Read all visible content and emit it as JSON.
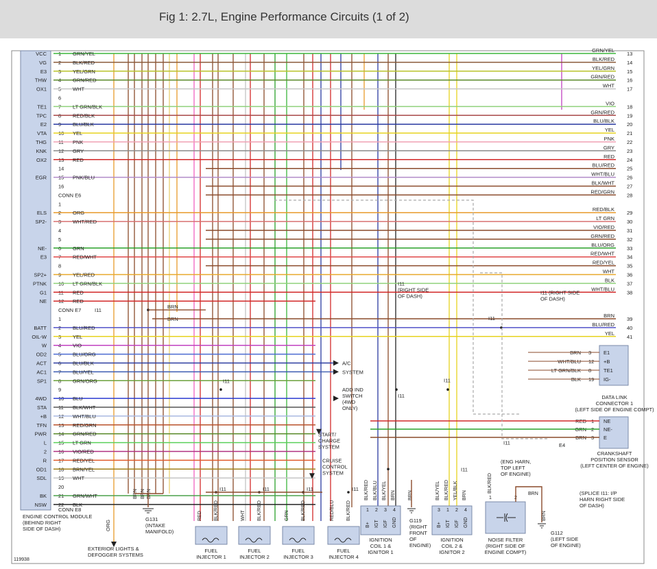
{
  "title": "Fig 1: 2.7L, Engine Performance Circuits (1 of 2)",
  "figure_id": "119938",
  "ecm": {
    "name_lines": [
      "ENGINE CONTROL MODULE",
      "(BEHIND RIGHT",
      "SIDE OF DASH)"
    ],
    "conn_e6": "CONN E6",
    "conn_e7": "CONN E7",
    "conn_e8": "CONN E8"
  },
  "rows": [
    {
      "term": "VCC",
      "pin": "1",
      "label": "GRN/YEL",
      "color": "#3ab53a",
      "num": "13",
      "endlabel": "GRN/YEL"
    },
    {
      "term": "VG",
      "pin": "2",
      "label": "BLK/RED",
      "color": "#8a5a3a",
      "num": "14",
      "endlabel": "BLK/RED"
    },
    {
      "term": "E3",
      "pin": "3",
      "label": "YEL/GRN",
      "color": "#b8c22a",
      "num": "15",
      "endlabel": "YEL/GRN"
    },
    {
      "term": "THW",
      "pin": "4",
      "label": "GRN/RED",
      "color": "#5a8a2a",
      "num": "16",
      "endlabel": "GRN/RED"
    },
    {
      "term": "OX1",
      "pin": "5",
      "label": "WHT",
      "color": "#c4c4c4",
      "num": "17",
      "endlabel": "WHT"
    },
    {
      "term": "",
      "pin": "6",
      "label": "",
      "color": "",
      "num": "",
      "endlabel": ""
    },
    {
      "term": "TE1",
      "pin": "7",
      "label": "LT GRN/BLK",
      "color": "#8fd17a",
      "num": "18",
      "endlabel": "VIO"
    },
    {
      "term": "TPC",
      "pin": "8",
      "label": "RED/BLK",
      "color": "#a84848",
      "num": "19",
      "endlabel": "GRN/RED"
    },
    {
      "term": "E2",
      "pin": "9",
      "label": "BLU/BLK",
      "color": "#2a3aa0",
      "num": "20",
      "endlabel": "BLU/BLK"
    },
    {
      "term": "VTA",
      "pin": "10",
      "label": "YEL",
      "color": "#e6d21e",
      "num": "21",
      "endlabel": "YEL"
    },
    {
      "term": "THG",
      "pin": "11",
      "label": "PNK",
      "color": "#f0a0b4",
      "num": "22",
      "endlabel": "PNK"
    },
    {
      "term": "KNK",
      "pin": "12",
      "label": "GRY",
      "color": "#8a8a8a",
      "num": "23",
      "endlabel": "GRY"
    },
    {
      "term": "OX2",
      "pin": "13",
      "label": "RED",
      "color": "#d22828",
      "num": "24",
      "endlabel": "RED"
    },
    {
      "term": "",
      "pin": "14",
      "label": "",
      "color": "",
      "num": "25",
      "endlabel": "BLU/RED"
    },
    {
      "term": "EGR",
      "pin": "15",
      "label": "PNK/BLU",
      "color": "#b08ac8",
      "num": "26",
      "endlabel": "WHT/BLU"
    },
    {
      "term": "",
      "pin": "16",
      "label": "",
      "color": "",
      "num": "27",
      "endlabel": "BLK/WHT"
    },
    {
      "term": "",
      "pin": "",
      "label": "",
      "color": "",
      "num": "28",
      "endlabel": "RED/GRN"
    },
    {
      "term": "",
      "pin": "1",
      "label": "",
      "color": "",
      "num": "",
      "endlabel": ""
    },
    {
      "term": "ELS",
      "pin": "2",
      "label": "ORG",
      "color": "#e89a2a",
      "num": "29",
      "endlabel": "RED/BLK"
    },
    {
      "term": "SP2-",
      "pin": "3",
      "label": "WHT/RED",
      "color": "#d87070",
      "num": "30",
      "endlabel": "LT GRN"
    },
    {
      "term": "",
      "pin": "4",
      "label": "",
      "color": "",
      "num": "31",
      "endlabel": "VIO/RED"
    },
    {
      "term": "",
      "pin": "5",
      "label": "",
      "color": "",
      "num": "32",
      "endlabel": "GRN/RED"
    },
    {
      "term": "NE-",
      "pin": "6",
      "label": "GRN",
      "color": "#2aa02a",
      "num": "33",
      "endlabel": "BLU/ORG"
    },
    {
      "term": "E3",
      "pin": "7",
      "label": "RED/WHT",
      "color": "#e04848",
      "num": "34",
      "endlabel": "RED/WHT"
    },
    {
      "term": "",
      "pin": "8",
      "label": "",
      "color": "",
      "num": "35",
      "endlabel": "RED/YEL"
    },
    {
      "term": "SP2+",
      "pin": "9",
      "label": "YEL/RED",
      "color": "#e8a82a",
      "num": "36",
      "endlabel": "WHT"
    },
    {
      "term": "PTNK",
      "pin": "10",
      "label": "LT GRN/BLK",
      "color": "#8fd17a",
      "num": "37",
      "endlabel": "BLK"
    },
    {
      "term": "G1",
      "pin": "11",
      "label": "RED",
      "color": "#d22828",
      "num": "38",
      "endlabel": "WHT/BLU"
    },
    {
      "term": "NE",
      "pin": "12",
      "label": "RED",
      "color": "#d22828",
      "num": "",
      "endlabel": ""
    },
    {
      "term": "",
      "pin": "",
      "label": "",
      "color": "",
      "num": "",
      "endlabel": ""
    },
    {
      "term": "",
      "pin": "1",
      "label": "",
      "color": "",
      "num": "39",
      "endlabel": "BRN"
    },
    {
      "term": "BATT",
      "pin": "2",
      "label": "BLU/RED",
      "color": "#5050c8",
      "num": "40",
      "endlabel": "BLU/RED"
    },
    {
      "term": "OIL-W",
      "pin": "3",
      "label": "YEL",
      "color": "#e6d21e",
      "num": "41",
      "endlabel": "YEL"
    },
    {
      "term": "W",
      "pin": "4",
      "label": "VIO",
      "color": "#c040c0",
      "num": "",
      "endlabel": ""
    },
    {
      "term": "OD2",
      "pin": "5",
      "label": "BLU/ORG",
      "color": "#4a6ad0",
      "num": "",
      "endlabel": ""
    },
    {
      "term": "ACT",
      "pin": "6",
      "label": "BLU/BLK",
      "color": "#2a3aa0",
      "num": "",
      "endlabel": ""
    },
    {
      "term": "AC1",
      "pin": "7",
      "label": "BLU/YEL",
      "color": "#3a5ab0",
      "num": "",
      "endlabel": ""
    },
    {
      "term": "SP1",
      "pin": "8",
      "label": "GRN/ORG",
      "color": "#6aa03a",
      "num": "",
      "endlabel": ""
    },
    {
      "term": "",
      "pin": "9",
      "label": "",
      "color": "",
      "num": "",
      "endlabel": ""
    },
    {
      "term": "4WD",
      "pin": "10",
      "label": "BLU",
      "color": "#2a3ad0",
      "num": "",
      "endlabel": ""
    },
    {
      "term": "STA",
      "pin": "11",
      "label": "BLK/WHT",
      "color": "#555555",
      "num": "",
      "endlabel": ""
    },
    {
      "term": "+B",
      "pin": "12",
      "label": "WHT/BLU",
      "color": "#a8b8e0",
      "num": "",
      "endlabel": ""
    },
    {
      "term": "TFN",
      "pin": "13",
      "label": "RED/GRN",
      "color": "#b8502a",
      "num": "",
      "endlabel": ""
    },
    {
      "term": "PWR",
      "pin": "14",
      "label": "GRN/RED",
      "color": "#5a8a2a",
      "num": "",
      "endlabel": ""
    },
    {
      "term": "L",
      "pin": "15",
      "label": "LT GRN",
      "color": "#5ad05a",
      "num": "",
      "endlabel": ""
    },
    {
      "term": "2",
      "pin": "16",
      "label": "VIO/RED",
      "color": "#b03080",
      "num": "",
      "endlabel": ""
    },
    {
      "term": "R",
      "pin": "17",
      "label": "RED/YEL",
      "color": "#e05a2a",
      "num": "",
      "endlabel": ""
    },
    {
      "term": "OD1",
      "pin": "18",
      "label": "BRN/YEL",
      "color": "#a0801a",
      "num": "",
      "endlabel": ""
    },
    {
      "term": "SDL",
      "pin": "19",
      "label": "WHT",
      "color": "#c4c4c4",
      "num": "",
      "endlabel": ""
    },
    {
      "term": "",
      "pin": "20",
      "label": "",
      "color": "",
      "num": "",
      "endlabel": ""
    },
    {
      "term": "BK",
      "pin": "21",
      "label": "GRN/WHT",
      "color": "#4aa04a",
      "num": "",
      "endlabel": ""
    },
    {
      "term": "NSW",
      "pin": "22",
      "label": "BLK",
      "color": "#222222",
      "num": "",
      "endlabel": ""
    }
  ],
  "splice_label": "I11",
  "brn": "BRN",
  "callouts": {
    "ac_system": [
      "A/C",
      "SYSTEM"
    ],
    "add_ind": [
      "ADD IND",
      "SWITCH",
      "(4WD",
      "ONLY)"
    ],
    "start_charge": [
      "START/",
      "CHARGE",
      "SYSTEM"
    ],
    "cruise": [
      "CRUISE",
      "CONTROL",
      "SYSTEM"
    ],
    "ext_lights": [
      "EXTERIOR LIGHTS &",
      "DEFOGGER SYSTEMS"
    ],
    "g131": [
      "G131",
      "(INTAKE",
      "MANIFOLD)"
    ],
    "i11_dash": [
      "I11",
      "(RIGHT SIDE",
      "OF DASH)"
    ],
    "i11_dash2": [
      "I11 (RIGHT SIDE",
      "OF DASH)"
    ],
    "g119": [
      "G119",
      "(RIGHT",
      "FRONT",
      "OF",
      "ENGINE)"
    ],
    "g112": [
      "G112",
      "(LEFT SIDE",
      "OF ENGINE)"
    ],
    "e4": "E4",
    "eng_harn": [
      "(ENG HARN,",
      "TOP LEFT",
      "OF ENGINE)"
    ],
    "splice_note": [
      "(SPLICE I11: I/P",
      "HARN RIGHT SIDE",
      "OF DASH)"
    ],
    "org": "ORG"
  },
  "dlc": {
    "pins": [
      {
        "wire": "BRN",
        "num": "3",
        "name": "E1"
      },
      {
        "wire": "WHT/BLU",
        "num": "12",
        "name": "+B"
      },
      {
        "wire": "LT GRN/BLK",
        "num": "8",
        "name": "TE1"
      },
      {
        "wire": "BLK",
        "num": "19",
        "name": "IG-"
      }
    ],
    "caption": [
      "DATA LINK",
      "CONNECTOR 1",
      "(LEFT SIDE OF ENGINE COMPT)"
    ]
  },
  "ckp": {
    "pins": [
      {
        "wire": "RED",
        "num": "1",
        "name": "NE"
      },
      {
        "wire": "GRN",
        "num": "2",
        "name": "NE-"
      },
      {
        "wire": "BRN",
        "num": "3",
        "name": "E"
      }
    ],
    "caption": [
      "CRANKSHAFT",
      "POSITION SENSOR",
      "(LEFT CENTER OF ENGINE)"
    ]
  },
  "injectors": [
    {
      "name": [
        "FUEL",
        "INJECTOR 1"
      ],
      "left": "RED",
      "right": "BLK/RED"
    },
    {
      "name": [
        "FUEL",
        "INJECTOR 2"
      ],
      "left": "WHT",
      "right": "BLK/RED"
    },
    {
      "name": [
        "FUEL",
        "INJECTOR 3"
      ],
      "left": "GRN",
      "right": "BLK/RED"
    },
    {
      "name": [
        "FUEL",
        "INJECTOR 4"
      ],
      "left": "RED/BLU",
      "right": "BLK/RED"
    }
  ],
  "coils": [
    {
      "name": [
        "IGNITION",
        "COIL 1 &",
        "IGNITOR 1"
      ],
      "wires": [
        "BLK/RED",
        "BLK/BLU",
        "BLK/YEL",
        "BRN"
      ],
      "pins": [
        "1",
        "2",
        "3",
        "4"
      ],
      "terms": [
        "B+",
        "IGT",
        "IGF",
        "GND"
      ]
    },
    {
      "name": [
        "IGNITION",
        "COIL 2 &",
        "IGNITOR 2"
      ],
      "wires": [
        "BLK/YEL",
        "BLK/RED",
        "YEL/BLK",
        "BRN"
      ],
      "pins": [
        "3",
        "1",
        "2",
        "4"
      ],
      "terms": [
        "B+",
        "IGT",
        "IGF",
        "GND"
      ]
    }
  ],
  "noise_filter": {
    "name": [
      "NOISE FILTER",
      "(RIGHT SIDE OF",
      "ENGINE COMPT)"
    ],
    "pins": [
      "1",
      "2"
    ],
    "wires": [
      "BLK/RED",
      "BRN"
    ]
  },
  "g131_wires": [
    "BRN",
    "BRN",
    "BRN"
  ],
  "g119_wire": "BRN",
  "g112_wire": "BRN"
}
